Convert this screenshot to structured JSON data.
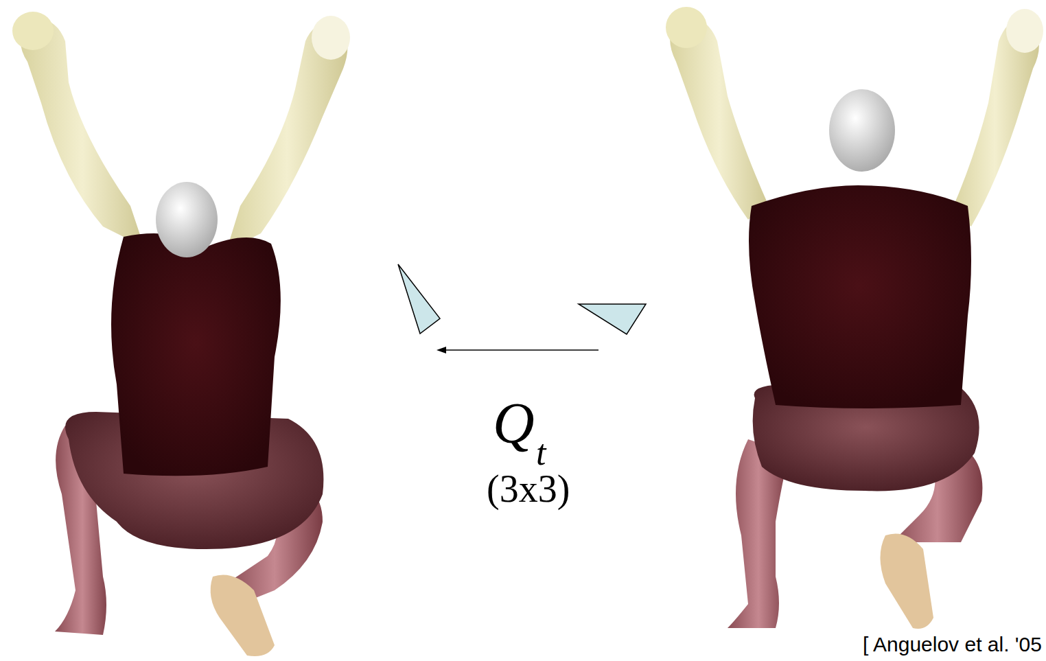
{
  "diagram": {
    "labels": [
      "Q",
      "t",
      "(3x3)",
      "[ Anguelov et al. '05"
    ]
  }
}
